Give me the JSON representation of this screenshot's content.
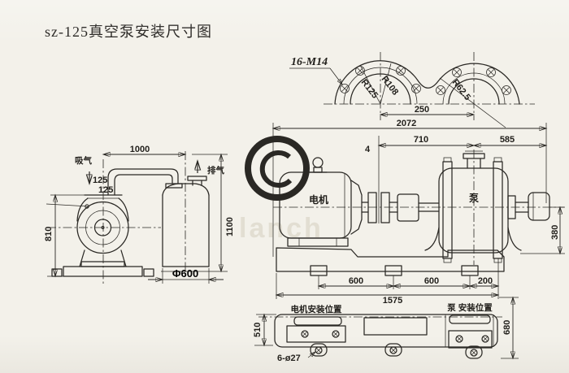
{
  "title": "sz-125真空泵安装尺寸图",
  "watermark": {
    "text": "lanch"
  },
  "flange": {
    "thread_note": "16-M14",
    "radius_outer": "R125",
    "radius_inner": "R108",
    "radius_right": "R62.5",
    "port_spacing": "250"
  },
  "side_view": {
    "overall_length": "2072",
    "coupling_to_pump": "710",
    "pump_to_shaft_end": "585",
    "coupling_gap": "4",
    "motor": "电机",
    "pump": "泵",
    "shaft_center_height": "380",
    "foot_pitch_a": "600",
    "foot_pitch_b": "600",
    "foot_pitch_c": "200",
    "foot_span": "1575"
  },
  "piping_view": {
    "suction": "吸气",
    "exhaust": "排气",
    "pipe_run": "1000",
    "suction_size": "125",
    "suction_size_2": "125",
    "pump_height": "810",
    "exhaust_height": "1100",
    "tank_diameter": "Φ600"
  },
  "plan_view": {
    "motor_mount": "电机安装位置",
    "pump_mount": "泵 安装位置",
    "base_width": "510",
    "base_width_overall": "680",
    "anchor_holes": "6-ø27"
  }
}
